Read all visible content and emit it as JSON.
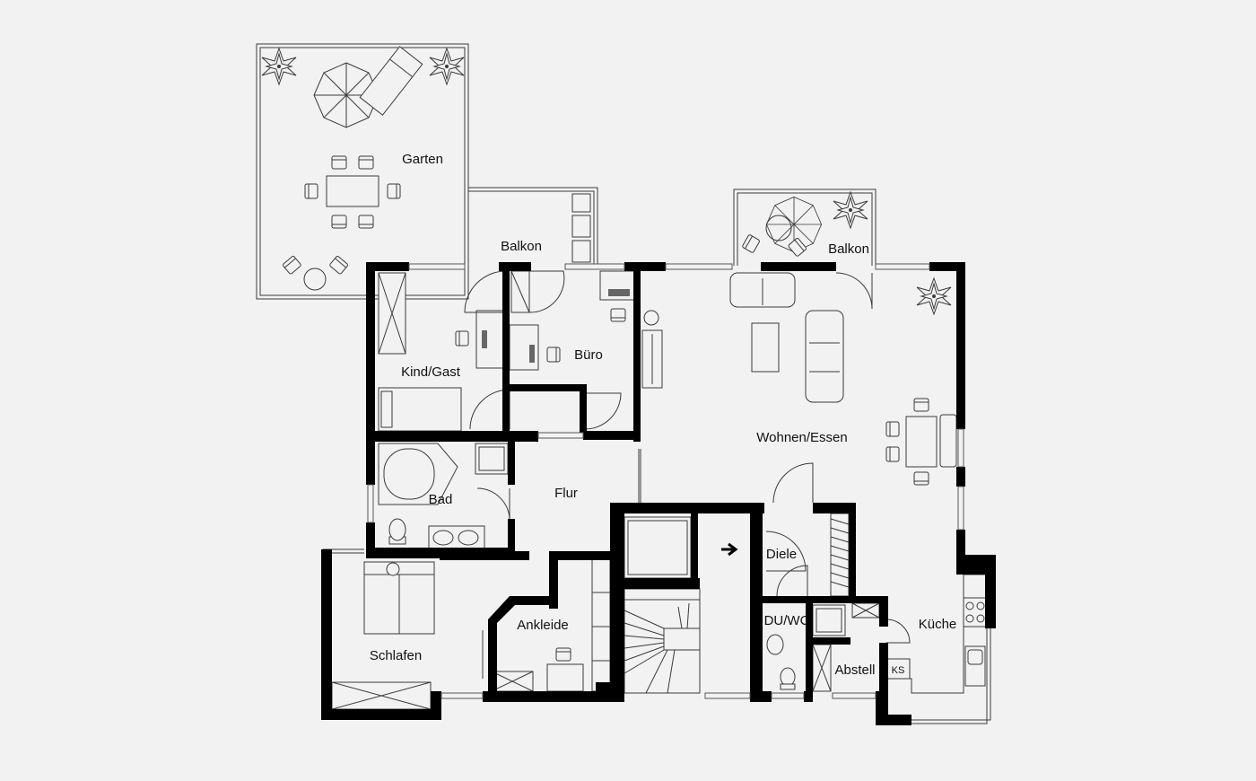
{
  "rooms": {
    "garten": "Garten",
    "balkon_left": "Balkon",
    "balkon_right": "Balkon",
    "kind_gast": "Kind/Gast",
    "buero": "Büro",
    "wohnen_essen": "Wohnen/Essen",
    "bad": "Bad",
    "flur": "Flur",
    "diele": "Diele",
    "schlafen": "Schlafen",
    "ankleide": "Ankleide",
    "du_wc": "DU/WC",
    "kueche": "Küche",
    "abstell": "Abstell",
    "ks": "KS"
  },
  "colors": {
    "wall": "#000000",
    "background": "#f2f2f2",
    "line": "#3a3a3a"
  },
  "icons": [
    "plant-icon",
    "umbrella-icon",
    "lounger-icon",
    "chair-icon",
    "table-icon",
    "sofa-icon",
    "bed-icon",
    "bathtub-icon",
    "toilet-icon",
    "sink-icon",
    "shower-icon",
    "stove-icon",
    "stairs-icon",
    "door-swing-icon",
    "arrow-right-icon"
  ]
}
